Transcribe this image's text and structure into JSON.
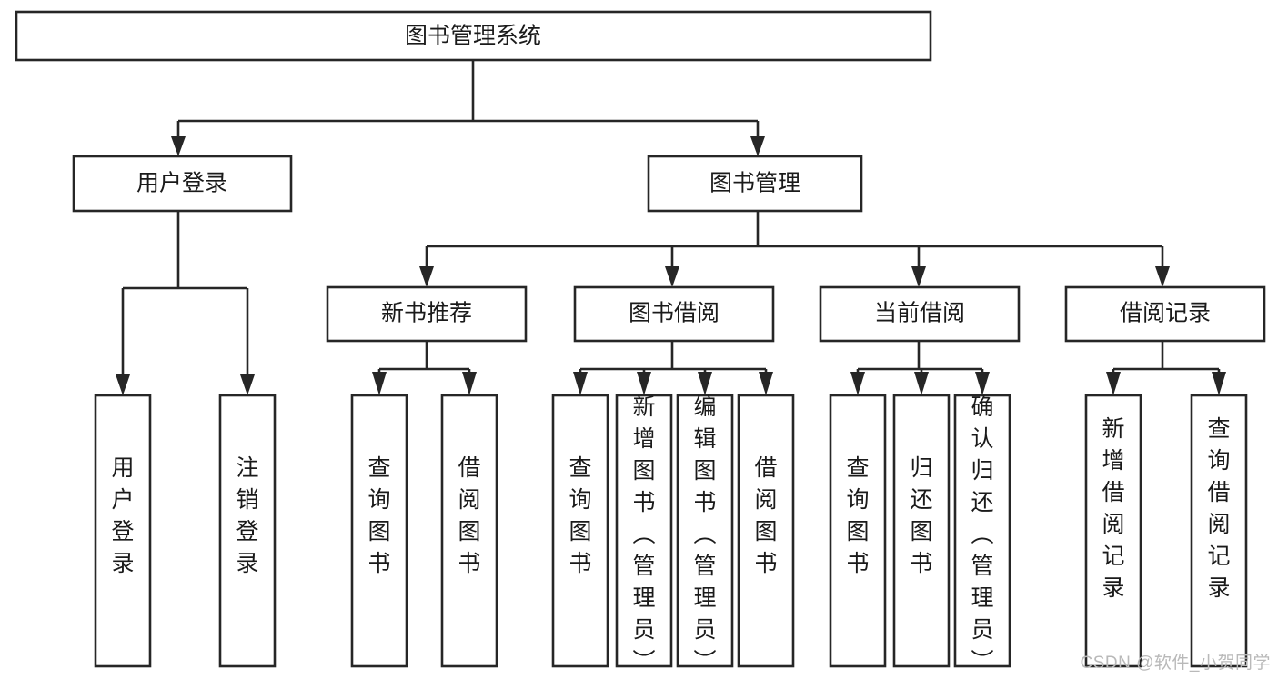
{
  "title": "图书管理系统",
  "watermark": "CSDN @软件_小贺同学",
  "colors": {
    "stroke": "#262626",
    "box_fill": "#ffffff",
    "text": "#1a1a1a",
    "background": "#ffffff",
    "watermark": "#b9b9b9"
  },
  "chart_data": {
    "type": "tree-diagram",
    "title": "图书管理系统",
    "orientation": "top-down",
    "levels": 4,
    "root": "图书管理系统",
    "nodes": [
      {
        "id": "root",
        "label": "图书管理系统",
        "level": 0,
        "parent": null,
        "orientation": "horizontal"
      },
      {
        "id": "login",
        "label": "用户登录",
        "level": 1,
        "parent": "root",
        "orientation": "horizontal"
      },
      {
        "id": "bookmgmt",
        "label": "图书管理",
        "level": 1,
        "parent": "root",
        "orientation": "horizontal"
      },
      {
        "id": "newbook",
        "label": "新书推荐",
        "level": 2,
        "parent": "bookmgmt",
        "orientation": "horizontal"
      },
      {
        "id": "borrow",
        "label": "图书借阅",
        "level": 2,
        "parent": "bookmgmt",
        "orientation": "horizontal"
      },
      {
        "id": "current",
        "label": "当前借阅",
        "level": 2,
        "parent": "bookmgmt",
        "orientation": "horizontal"
      },
      {
        "id": "record",
        "label": "借阅记录",
        "level": 2,
        "parent": "bookmgmt",
        "orientation": "horizontal"
      },
      {
        "id": "login-1",
        "label": "用户登录",
        "level": 2,
        "parent": "login",
        "orientation": "vertical"
      },
      {
        "id": "login-2",
        "label": "注销登录",
        "level": 2,
        "parent": "login",
        "orientation": "vertical"
      },
      {
        "id": "newbook-1",
        "label": "查询图书",
        "level": 3,
        "parent": "newbook",
        "orientation": "vertical"
      },
      {
        "id": "newbook-2",
        "label": "借阅图书",
        "level": 3,
        "parent": "newbook",
        "orientation": "vertical"
      },
      {
        "id": "borrow-1",
        "label": "查询图书",
        "level": 3,
        "parent": "borrow",
        "orientation": "vertical"
      },
      {
        "id": "borrow-2",
        "label": "新增图书（管理员）",
        "level": 3,
        "parent": "borrow",
        "orientation": "vertical"
      },
      {
        "id": "borrow-3",
        "label": "编辑图书（管理员）",
        "level": 3,
        "parent": "borrow",
        "orientation": "vertical"
      },
      {
        "id": "borrow-4",
        "label": "借阅图书",
        "level": 3,
        "parent": "borrow",
        "orientation": "vertical"
      },
      {
        "id": "current-1",
        "label": "查询图书",
        "level": 3,
        "parent": "current",
        "orientation": "vertical"
      },
      {
        "id": "current-2",
        "label": "归还图书",
        "level": 3,
        "parent": "current",
        "orientation": "vertical"
      },
      {
        "id": "current-3",
        "label": "确认归还（管理员）",
        "level": 3,
        "parent": "current",
        "orientation": "vertical"
      },
      {
        "id": "record-1",
        "label": "新增借阅记录",
        "level": 3,
        "parent": "record",
        "orientation": "vertical"
      },
      {
        "id": "record-2",
        "label": "查询借阅记录",
        "level": 3,
        "parent": "record",
        "orientation": "vertical"
      }
    ]
  },
  "nodes": {
    "root": {
      "label": "图书管理系统"
    },
    "login": {
      "label": "用户登录"
    },
    "bookmgmt": {
      "label": "图书管理"
    },
    "newbook": {
      "label": "新书推荐"
    },
    "borrow": {
      "label": "图书借阅"
    },
    "current": {
      "label": "当前借阅"
    },
    "record": {
      "label": "借阅记录"
    },
    "login_1": {
      "label": "用户登录"
    },
    "login_2": {
      "label": "注销登录"
    },
    "newbook_1": {
      "label": "查询图书"
    },
    "newbook_2": {
      "label": "借阅图书"
    },
    "borrow_1": {
      "label": "查询图书"
    },
    "borrow_2": {
      "label": "新增图书（管理员）"
    },
    "borrow_3": {
      "label": "编辑图书（管理员）"
    },
    "borrow_4": {
      "label": "借阅图书"
    },
    "current_1": {
      "label": "查询图书"
    },
    "current_2": {
      "label": "归还图书"
    },
    "current_3": {
      "label": "确认归还（管理员）"
    },
    "record_1": {
      "label": "新增借阅记录"
    },
    "record_2": {
      "label": "查询借阅记录"
    }
  }
}
